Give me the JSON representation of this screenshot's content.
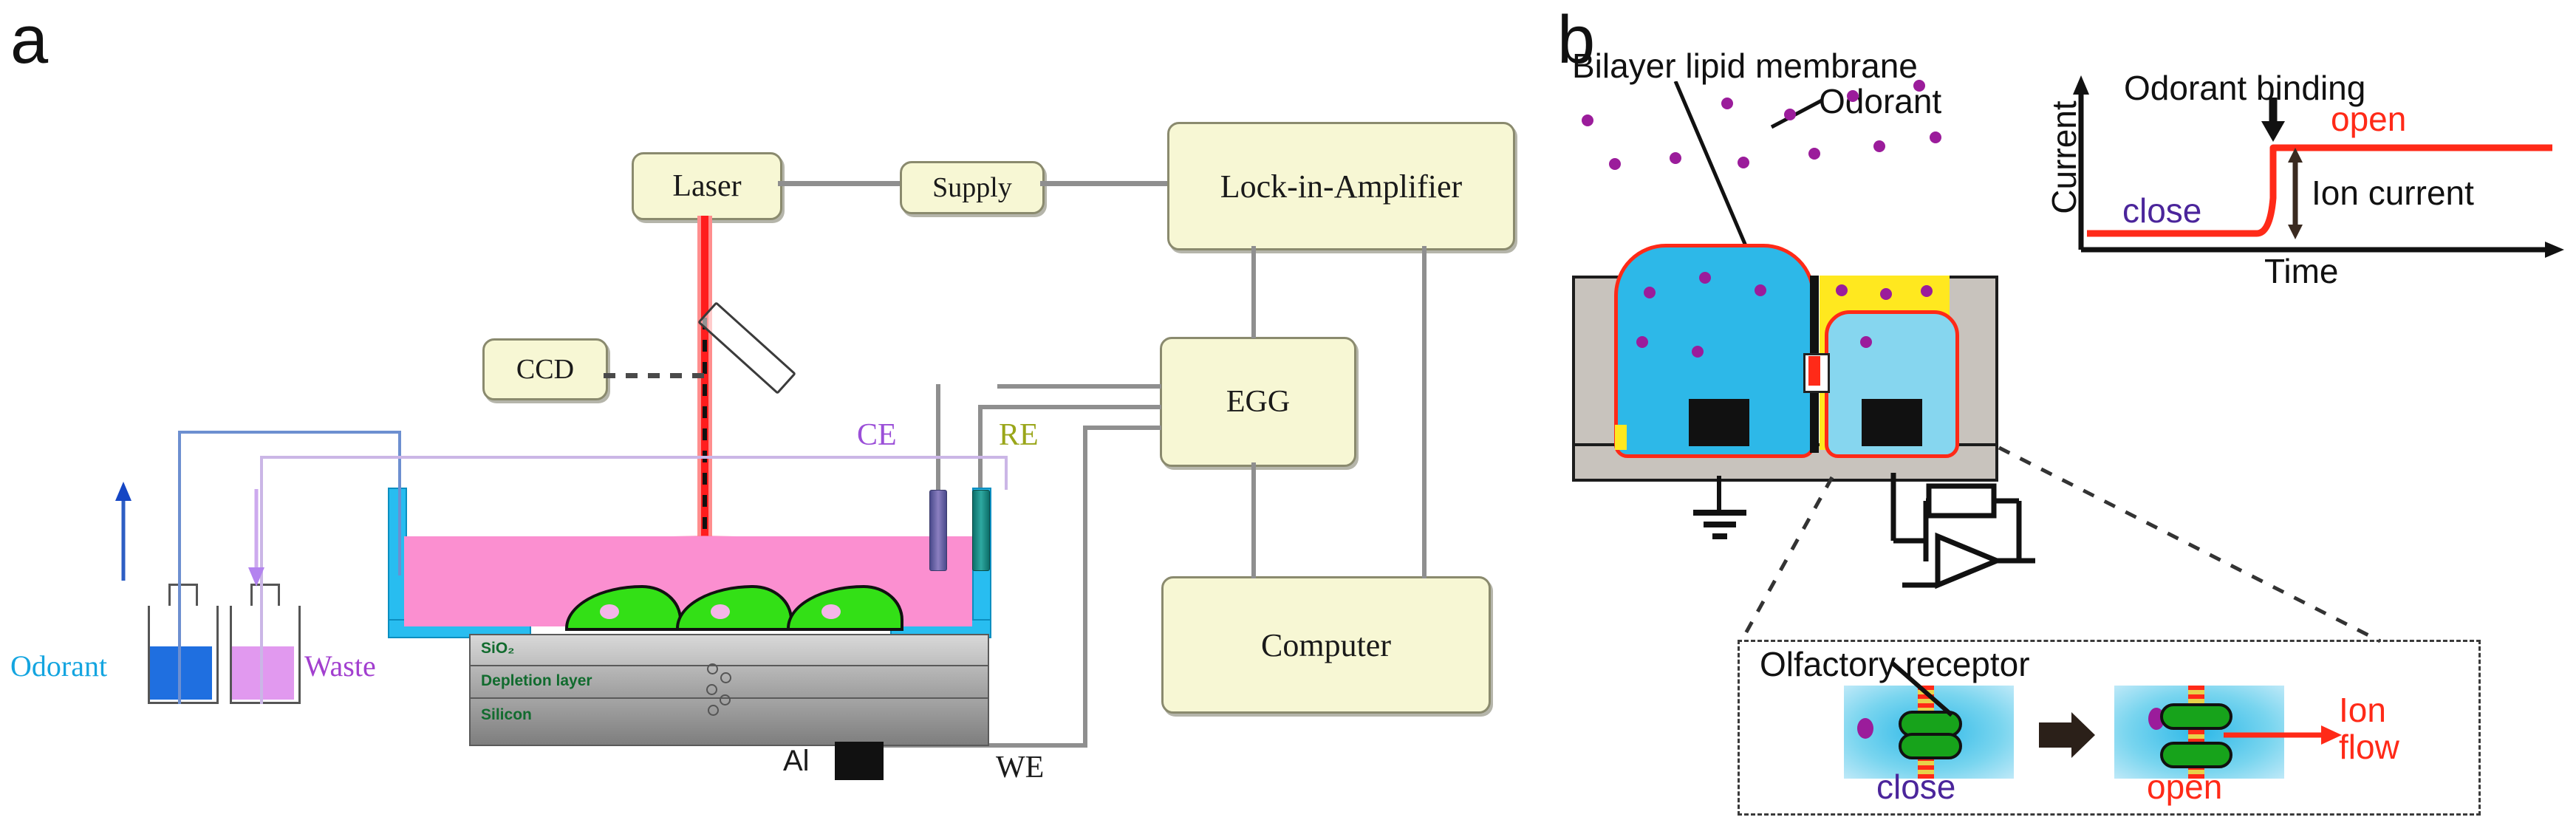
{
  "figure": {
    "panels": [
      {
        "id": "a",
        "letter": "a"
      },
      {
        "id": "b",
        "letter": "b"
      }
    ]
  },
  "panel_a": {
    "letter": "a",
    "instrument_boxes": [
      {
        "key": "laser",
        "label": "Laser"
      },
      {
        "key": "supply",
        "label": "Supply"
      },
      {
        "key": "lockin",
        "label": "Lock-in-Amplifier"
      },
      {
        "key": "ccd",
        "label": "CCD"
      },
      {
        "key": "egg",
        "label": "EGG"
      },
      {
        "key": "computer",
        "label": "Computer"
      }
    ],
    "electrodes": {
      "ce_label": "CE",
      "re_label": "RE",
      "we_label": "WE",
      "ce_color": "#9b4fd8",
      "re_color": "#9aa61a"
    },
    "substrate_layers": [
      {
        "key": "oxide",
        "label": "SiO₂"
      },
      {
        "key": "depletion",
        "label": "Depletion layer"
      },
      {
        "key": "silicon",
        "label": "Silicon"
      }
    ],
    "back_contact": {
      "label": "Al",
      "color": "#111111"
    },
    "fluidics": [
      {
        "key": "odorant",
        "label": "Odorant",
        "fluid_color": "#1f6fe0",
        "label_color": "#14a5e0",
        "flow": "in"
      },
      {
        "key": "waste",
        "label": "Waste",
        "fluid_color": "#e199ef",
        "label_color": "#a23fcf",
        "flow": "out"
      }
    ],
    "optics": {
      "beam_color": "#ff1d1d",
      "mirror": "beam-splitter",
      "medium_color": "#fb8fd0",
      "cell_color": "#33e016"
    },
    "cell_count": 3
  },
  "panel_b": {
    "letter": "b",
    "annotations": {
      "membrane": "Bilayer lipid membrane",
      "odorant": "Odorant",
      "receptor": "Olfactory receptor"
    },
    "chamber": {
      "wall_color": "#c8c3bd",
      "left_solution_color": "#2db8e8",
      "right_solution_color": "#86d6ef",
      "lipid_color": "#ffe81f",
      "membrane_color": "#ff2a18",
      "electrode_color": "#111111",
      "ground_symbol": "earth-ground",
      "amplifier_symbol": "op-amp"
    },
    "states": {
      "close_label": "close",
      "open_label": "open",
      "close_color": "#4b259b",
      "open_color": "#ff2a18"
    },
    "ion_flow_label": "Ion\nflow",
    "ion_flow_line1": "Ion",
    "ion_flow_line2": "flow"
  },
  "chart_data": {
    "type": "line",
    "title": "Odorant binding",
    "xlabel": "Time",
    "ylabel": "Current",
    "grid": false,
    "legend": "inline-annotations",
    "xlim": [
      0,
      10
    ],
    "ylim": [
      0,
      10
    ],
    "annotations": [
      {
        "text": "Odorant binding",
        "kind": "title-with-arrow",
        "x": 5.3,
        "y": 9.0
      },
      {
        "text": "close",
        "x": 2.2,
        "y": 2.6,
        "color": "#4b259b"
      },
      {
        "text": "open",
        "x": 7.4,
        "y": 7.6,
        "color": "#ff2a18"
      },
      {
        "text": "Ion current",
        "kind": "double-arrow-measure",
        "x": 6.6,
        "y": 3.4,
        "color": "#1a1a1a"
      }
    ],
    "series": [
      {
        "name": "Ion current trace",
        "color": "#ff2a18",
        "x": [
          0.0,
          1.0,
          2.0,
          3.0,
          4.0,
          4.8,
          5.0,
          5.1,
          5.2,
          6.0,
          7.0,
          8.0,
          9.0,
          10.0
        ],
        "y": [
          1.2,
          1.2,
          1.2,
          1.2,
          1.2,
          1.2,
          1.3,
          4.0,
          6.0,
          6.0,
          6.0,
          6.0,
          6.0,
          6.0
        ],
        "description": "step increase in ion current at the moment of odorant binding"
      }
    ],
    "step": {
      "t_binding": 5.1,
      "baseline_current": 1.2,
      "open_current": 6.0,
      "delta": 4.8
    }
  }
}
